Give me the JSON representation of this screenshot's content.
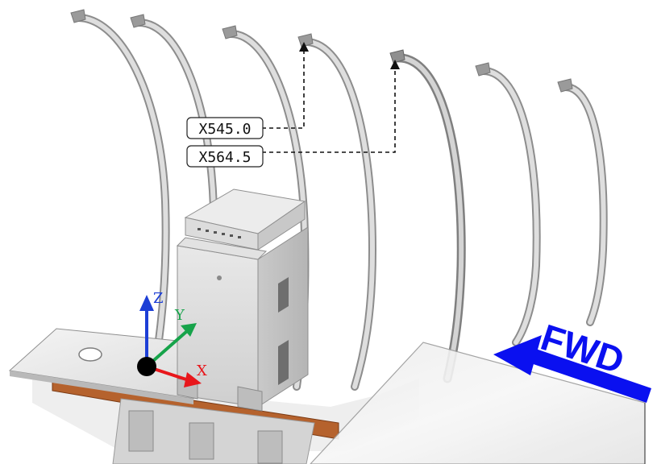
{
  "callouts": [
    {
      "id": "x545",
      "label": "X545.0"
    },
    {
      "id": "x564",
      "label": "X564.5"
    }
  ],
  "axes": {
    "z_label": "Z",
    "y_label": "Y",
    "x_label": "X",
    "colors": {
      "x": "#e8161b",
      "y": "#16a34a",
      "z": "#1d3fd6"
    }
  },
  "forward_arrow": {
    "label": "FWD",
    "color": "#0a10f0"
  }
}
